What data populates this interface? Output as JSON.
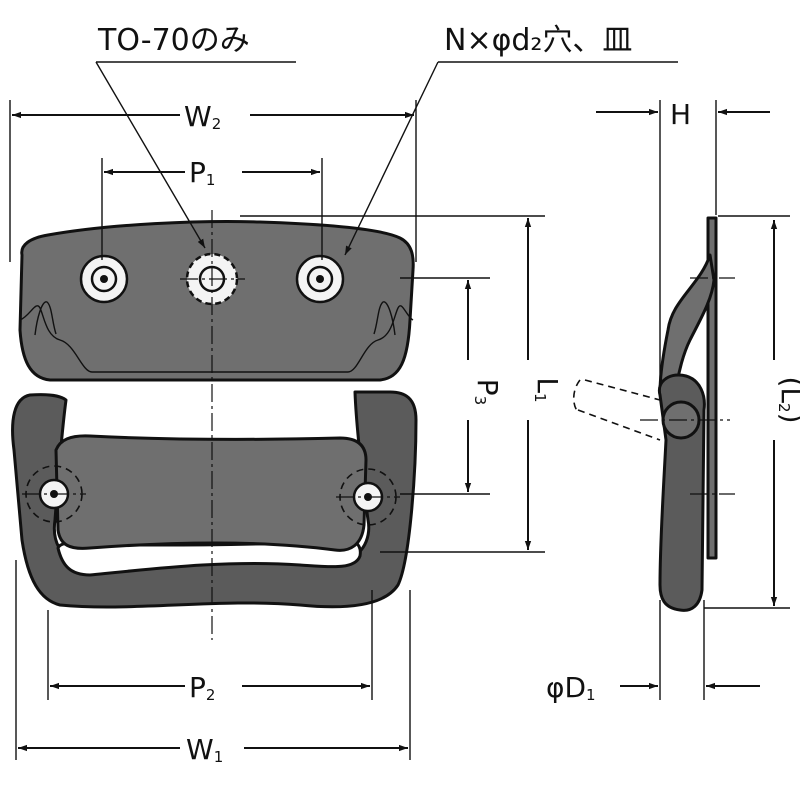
{
  "diagram": {
    "callouts": {
      "to70_only": "TO-70のみ",
      "holes": "N×φd₂穴、皿"
    },
    "dimensions": {
      "W2": {
        "main": "W",
        "sub": "2"
      },
      "W1": {
        "main": "W",
        "sub": "1"
      },
      "P1": {
        "main": "P",
        "sub": "1"
      },
      "P2": {
        "main": "P",
        "sub": "2"
      },
      "P3": {
        "main": "P",
        "sub": "3"
      },
      "L1": {
        "main": "L",
        "sub": "1"
      },
      "L2": {
        "main": "(L",
        "sub": "2",
        "suffix": ")"
      },
      "H": {
        "main": "H"
      },
      "D1": {
        "main": "φD",
        "sub": "1"
      }
    }
  }
}
